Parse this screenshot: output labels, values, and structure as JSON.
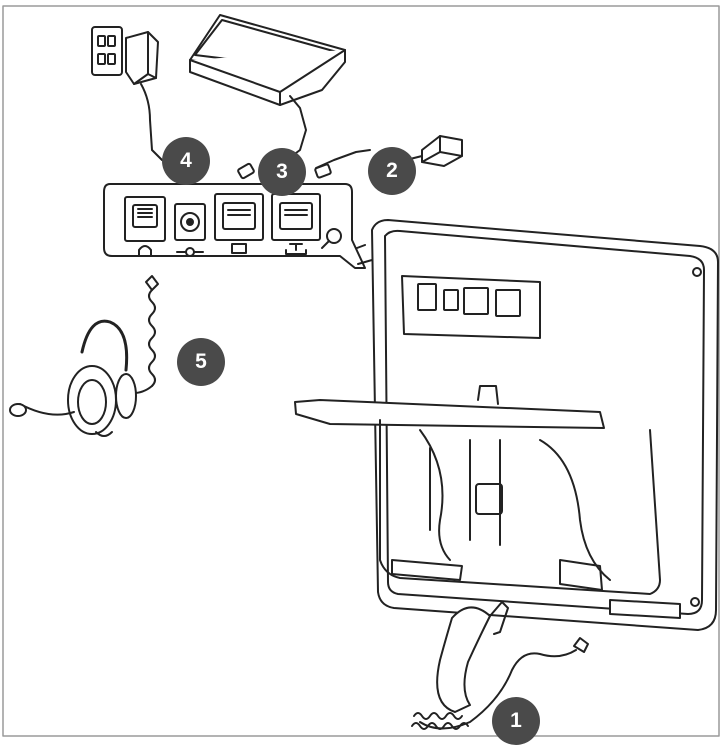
{
  "callouts": [
    {
      "id": "handset",
      "label": "1"
    },
    {
      "id": "internet-port",
      "label": "2"
    },
    {
      "id": "pc-port",
      "label": "3"
    },
    {
      "id": "power-adapter",
      "label": "4"
    },
    {
      "id": "headset",
      "label": "5"
    }
  ],
  "colors": {
    "line": "#222222",
    "callout_fill": "#4a4a4a",
    "callout_text": "#ffffff",
    "frame": "#9a9a9a"
  },
  "icons": [
    "power-outlet-icon",
    "power-adapter-icon",
    "pc-laptop-icon",
    "network-cable-icon",
    "wall-network-jack-icon",
    "headset-port-icon",
    "power-port-icon",
    "pc-port-icon",
    "internet-port-icon",
    "magnifier-icon",
    "desk-phone-icon",
    "handset-icon",
    "headset-icon"
  ]
}
